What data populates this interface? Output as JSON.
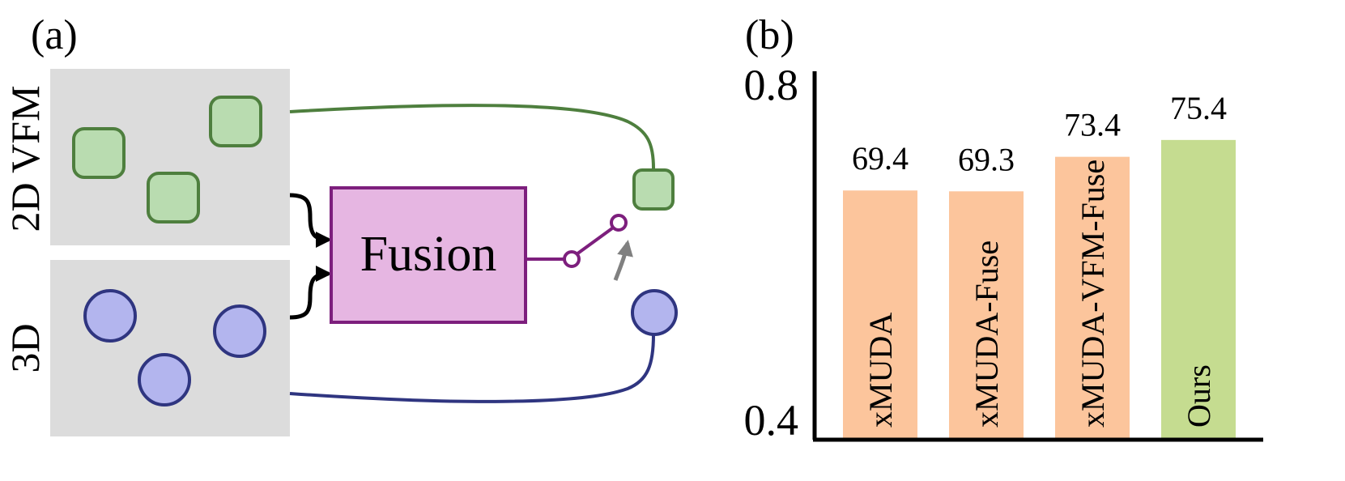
{
  "panel_a": {
    "label": "(a)",
    "label_2d": "2D VFM",
    "label_3d": "3D",
    "fusion_label": "Fusion",
    "colors": {
      "panel_bg": "#dcdcdc",
      "square_fill": "#b9dcb0",
      "square_stroke": "#4e7f3e",
      "circle_fill": "#b3b5ee",
      "circle_stroke": "#2f3580",
      "fusion_fill": "#e6b6e2",
      "fusion_stroke": "#7d1f7d",
      "green_line": "#4e7f3e",
      "blue_line": "#2f3580",
      "switch_line": "#7d1f7d",
      "switch_arrow": "#808080",
      "input_arrow": "#000000"
    }
  },
  "panel_b": {
    "label": "(b)"
  },
  "chart_data": {
    "type": "bar",
    "categories": [
      "xMUDA",
      "xMUDA-Fuse",
      "xMUDA-VFM-Fuse",
      "Ours"
    ],
    "values": [
      69.4,
      69.3,
      73.4,
      75.4
    ],
    "value_labels": [
      "69.4",
      "69.3",
      "73.4",
      "75.4"
    ],
    "bar_colors": [
      "#fcc59c",
      "#fcc59c",
      "#fcc59c",
      "#c5dc90"
    ],
    "y_ticks": [
      "0.4",
      "0.8"
    ],
    "ylim": [
      0.4,
      0.8
    ],
    "scale_note": "values shown as percent on bars, axis in fractions",
    "title": "",
    "xlabel": "",
    "ylabel": "",
    "grid": false
  }
}
